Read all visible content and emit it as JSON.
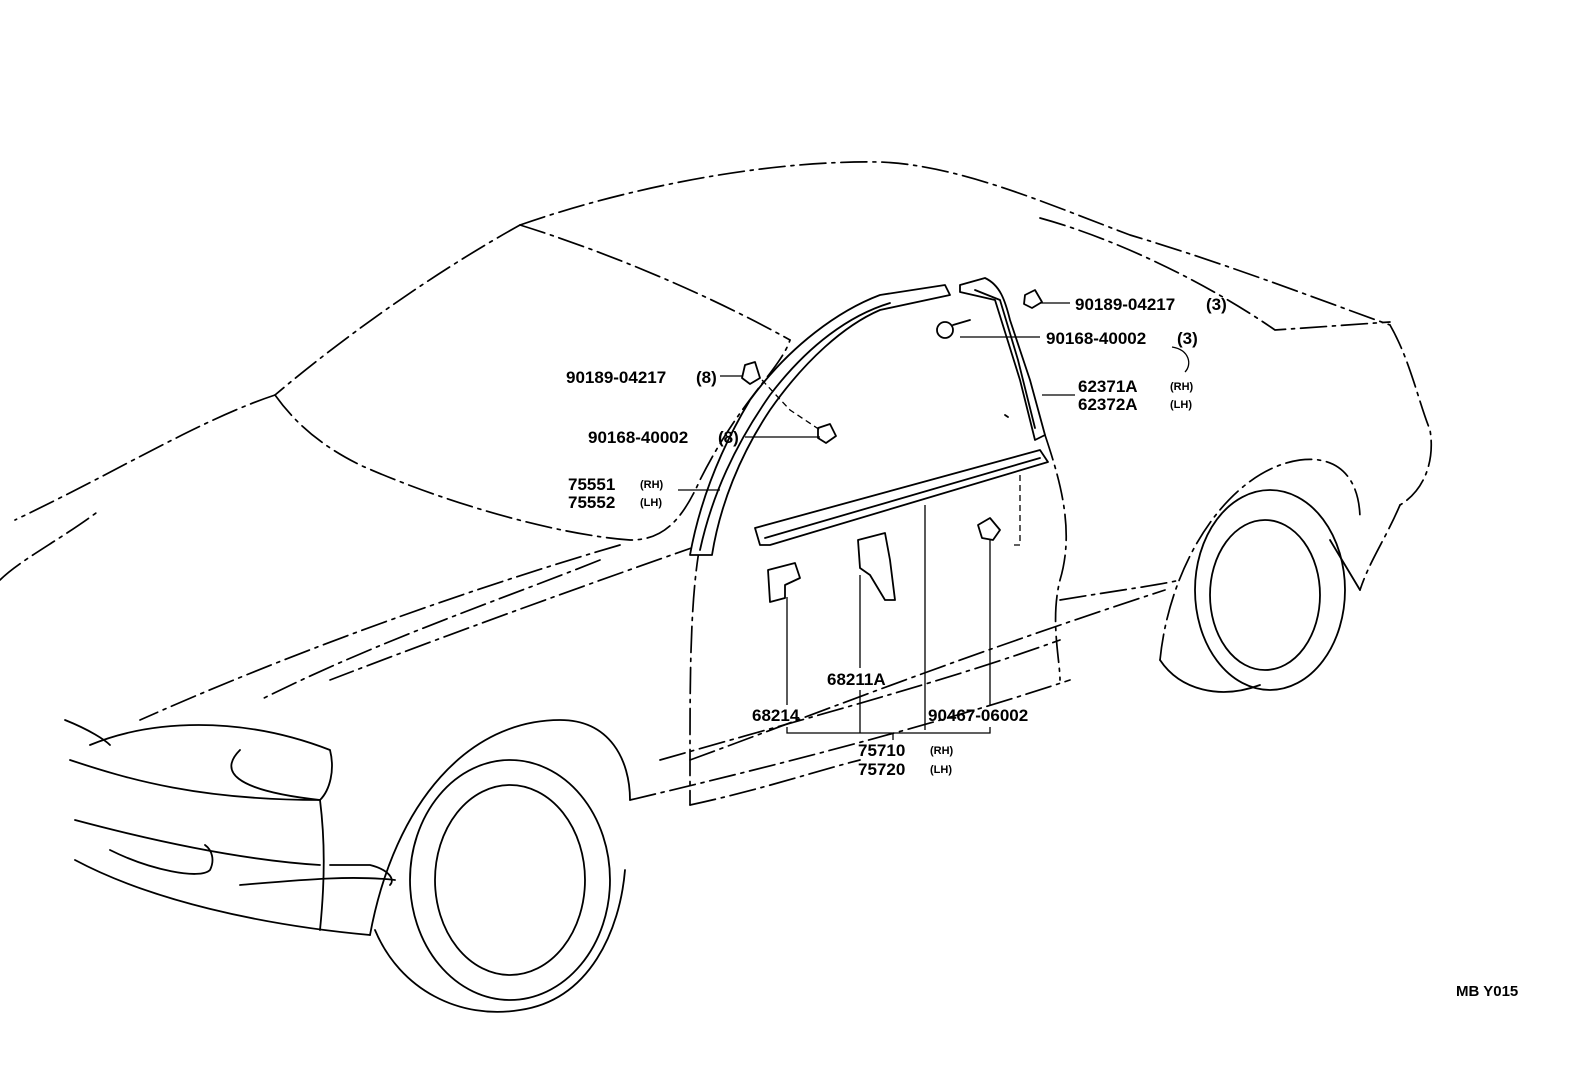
{
  "diagram_code": "MB Y015",
  "callouts": {
    "clip_right": {
      "number": "90189-04217",
      "qty": "(3)"
    },
    "screw_right": {
      "number": "90168-40002",
      "qty": "(3)"
    },
    "clip_left": {
      "number": "90189-04217",
      "qty": "(8)"
    },
    "screw_left": {
      "number": "90168-40002",
      "qty": "(8)"
    },
    "pillar_rh": {
      "number": "62371A",
      "side": "(RH)"
    },
    "pillar_lh": {
      "number": "62372A",
      "side": "(LH)"
    },
    "roof_rh": {
      "number": "75551",
      "side": "(RH)"
    },
    "roof_lh": {
      "number": "75552",
      "side": "(LH)"
    },
    "bracket_a": {
      "number": "68211A"
    },
    "bracket_b": {
      "number": "68214"
    },
    "door_clip": {
      "number": "90467-06002"
    },
    "door_rh": {
      "number": "75710",
      "side": "(RH)"
    },
    "door_lh": {
      "number": "75720",
      "side": "(LH)"
    }
  }
}
